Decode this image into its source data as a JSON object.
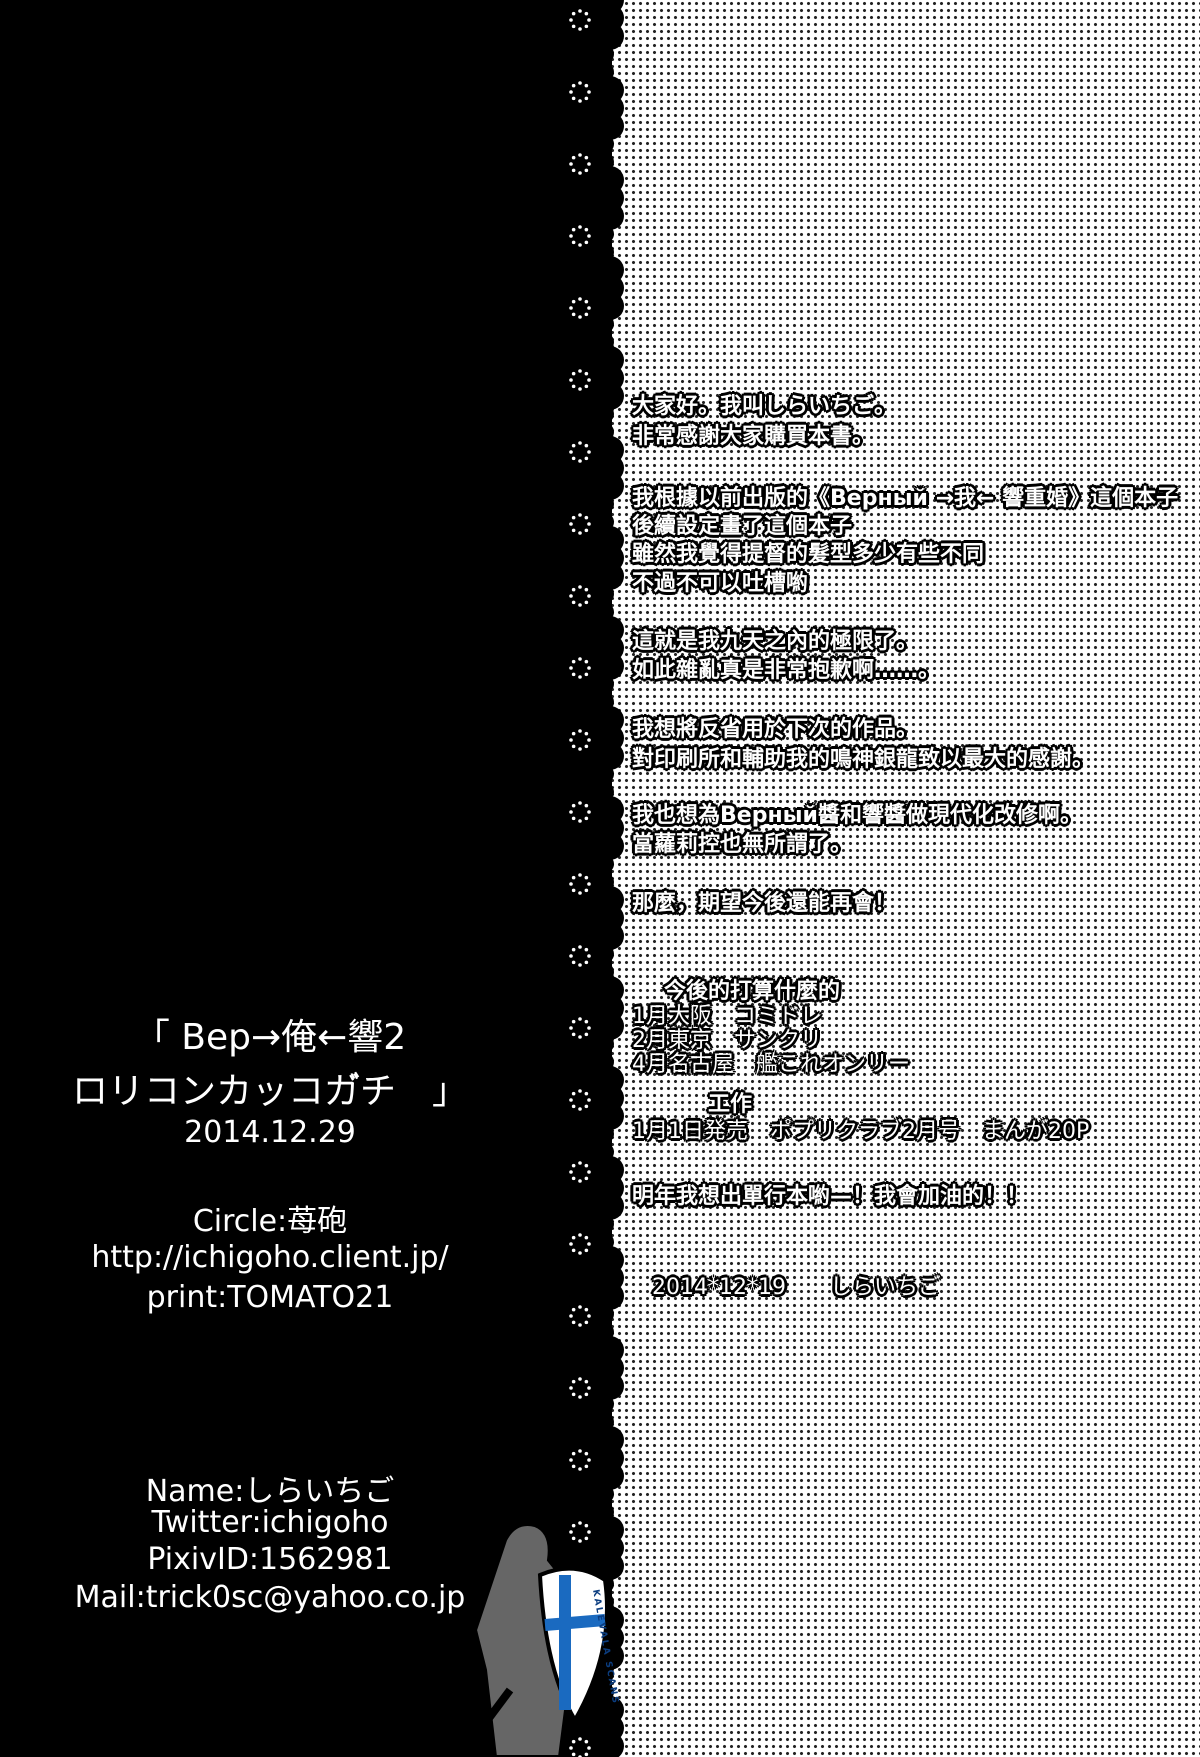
{
  "colophon": {
    "title_line1": "「 Bep→俺←響2",
    "title_line2": "ロリコンカッコガ゙チ　」",
    "date": "2014.12.29",
    "circle": "Circle:苺砲",
    "url": "http://ichigoho.client.jp/",
    "print": "print:TOMATO21",
    "name": "Name:しらいちご",
    "twitter": "Twitter:ichigoho",
    "pixiv": "PixivID:1562981",
    "mail": "Mail:trick0sc@yahoo.co.jp"
  },
  "afterword": {
    "lines": [
      "大家好。我叫しらいちご。",
      "非常感謝大家購買本書。",
      "我根據以前出版的《Верный →我← 響重婚》這個本子",
      "後續設定畫了這個本子",
      "雖然我覺得提督的髮型多少有些不同",
      "不過不可以吐槽喲",
      "這就是我九天之內的極限了。",
      "如此雜亂真是非常抱歉啊……。",
      "我想將反省用於下次的作品。",
      "對印刷所和輔助我的鳴神銀龍致以最大的感謝。",
      "我也想為Верный醬和響醬做現代化改修啊。",
      "當蘿莉控也無所謂了。",
      "那麼，期望今後還能再會！"
    ],
    "plans_heading": "今後的打算什麼的",
    "plans": [
      "1月大阪　コミドレ",
      "2月東京　サンクリ",
      "4月名古屋　艦これオンリー"
    ],
    "work_heading": "工作",
    "work": "1月1日発売　ポプリクラブ2月号　まんが20P",
    "closing": "明年我想出單行本喲—！我會加油的！！",
    "signature": "2014*12*19　　しらいちご"
  },
  "shield_text": "KALEVALA SCANS"
}
